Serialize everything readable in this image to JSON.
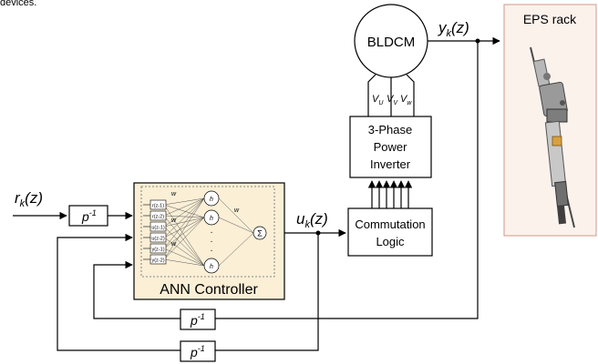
{
  "header_fragment": "devices.",
  "blocks": {
    "motor": "BLDCM",
    "inverter": [
      "3-Phase",
      "Power",
      "Inverter"
    ],
    "commutation": [
      "Commutation",
      "Logic"
    ],
    "ann": "ANN Controller",
    "eps": "EPS rack"
  },
  "phases": [
    "V",
    "U",
    "V",
    "V",
    "V",
    "w"
  ],
  "signals": {
    "yk": {
      "base": "y",
      "sub": "k",
      "arg": "(z)"
    },
    "uk": {
      "base": "u",
      "sub": "k",
      "arg": "(z)"
    },
    "rk": {
      "base": "r",
      "sub": "k",
      "arg": "(z)"
    }
  },
  "delay": {
    "base": "p",
    "exp": "-1"
  },
  "ann_nodes": {
    "inputs": [
      "r(z-1)",
      "r(z-2)",
      "u(z-1)",
      "u(z-2)",
      "y(z-1)",
      "y(z-2)"
    ],
    "weights_left": [
      "w",
      "w",
      "w"
    ],
    "hidden_top": "h",
    "hidden_bottom": "h",
    "weight_right": "w",
    "sum_symbol": "Σ",
    "dots": "·"
  },
  "colors": {
    "ann_fill": "#fbefd6",
    "eps_fill": "#fbf2ec",
    "eps_border": "#d9a89a",
    "line": "#000000"
  }
}
